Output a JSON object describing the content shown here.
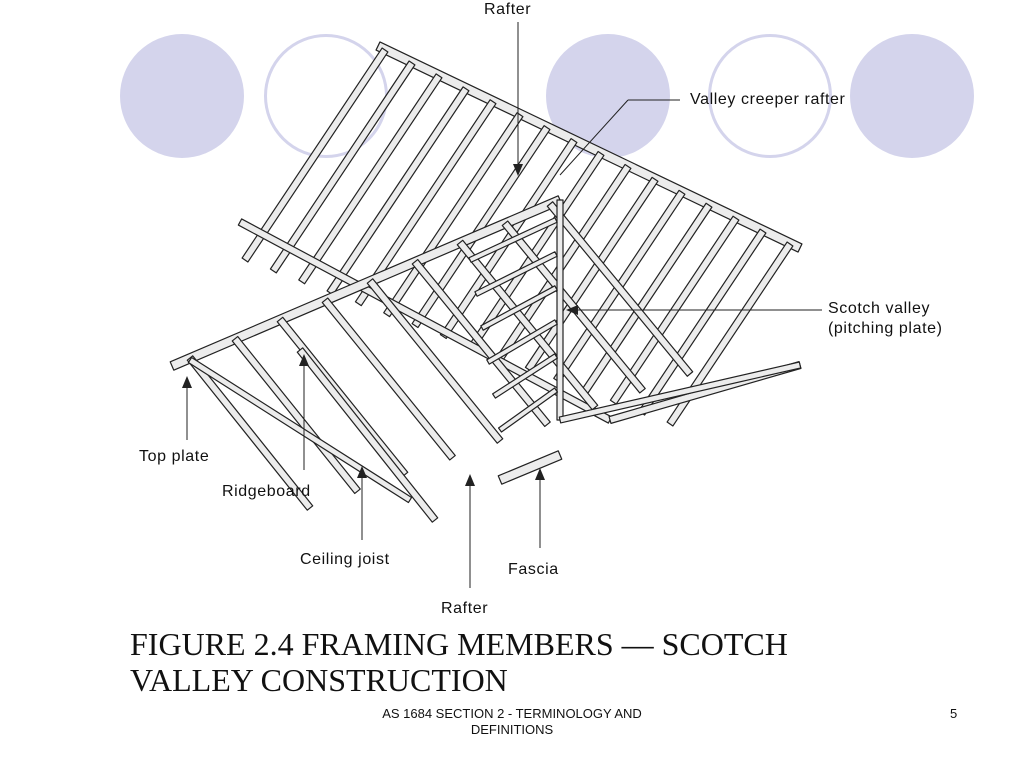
{
  "figure": {
    "labels": {
      "rafter_top": "Rafter",
      "valley_creeper_rafter": "Valley creeper rafter",
      "scotch_valley": "Scotch valley\n(pitching plate)",
      "top_plate": "Top plate",
      "ridgeboard": "Ridgeboard",
      "ceiling_joist": "Ceiling joist",
      "fascia": "Fascia",
      "rafter_bottom": "Rafter"
    }
  },
  "caption": {
    "line1": "FIGURE  2.4   FRAMING MEMBERS  — SCOTCH",
    "line2": "VALLEY CONSTRUCTION"
  },
  "footer": {
    "text": "AS 1684  SECTION 2 - TERMINOLOGY AND DEFINITIONS",
    "page_number": "5"
  },
  "colors": {
    "decor_circle": "#d4d4ec",
    "timber_fill": "#ececec",
    "timber_stroke": "#222222"
  }
}
